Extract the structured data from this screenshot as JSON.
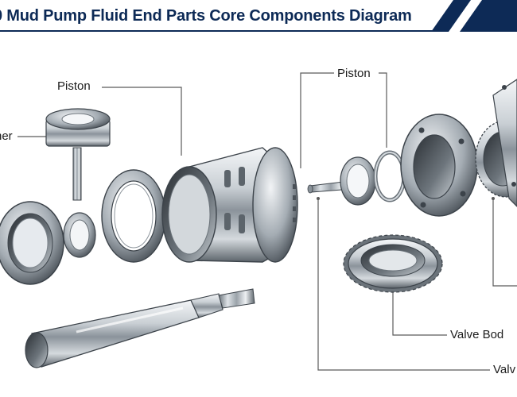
{
  "header": {
    "title": "0 Mud Pump Fluid End Parts Core Components Diagram",
    "band_color": "#0d2a56",
    "accent_color": "#ffffff"
  },
  "callouts": {
    "piston_left": "Piston",
    "liner": "ner",
    "piston_right": "Piston",
    "valve_body": "Valve Bod",
    "valve": "Valv"
  },
  "colors": {
    "steel_light": "#e9edf0",
    "steel_mid": "#a9b1b8",
    "steel_dark": "#3c434a",
    "leader_line": "#5a5a5a"
  }
}
